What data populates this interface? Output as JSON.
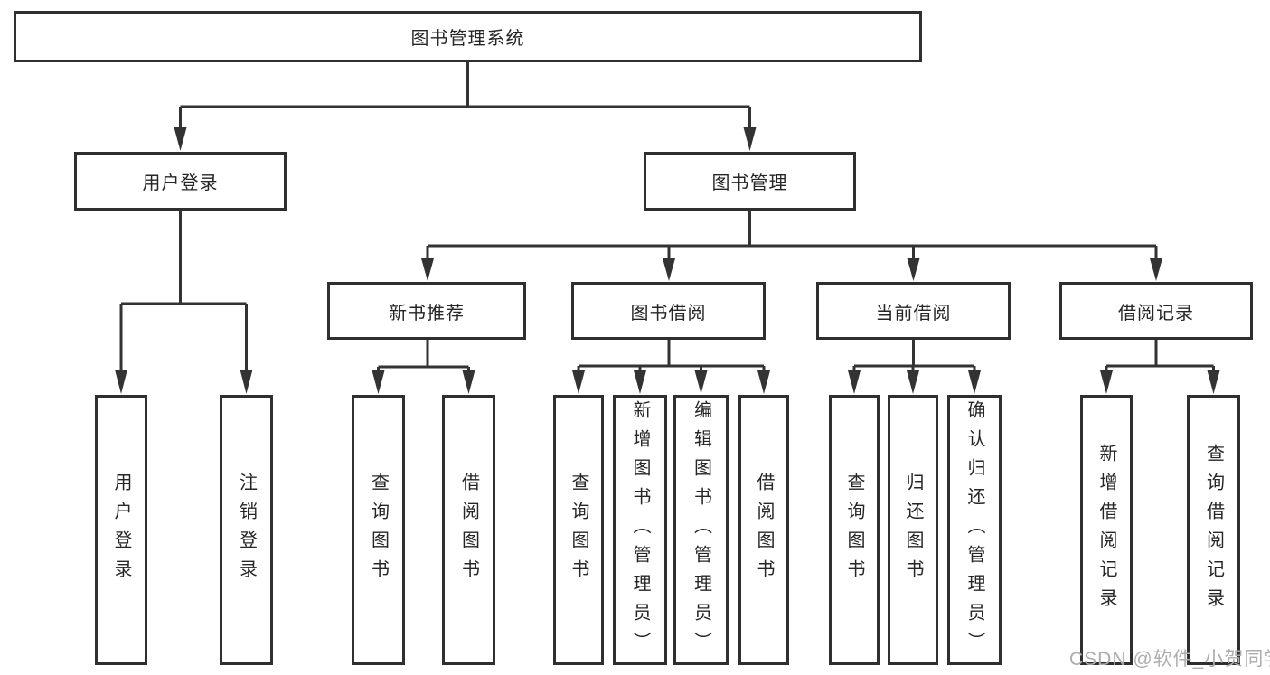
{
  "title": "图书管理系统",
  "watermark": "CSDN @软件_小贺同学",
  "colors": {
    "line": "#333333",
    "box_border": "#2f2f2f",
    "box_background": "#ffffff",
    "text": "#262626",
    "watermark_text": "#adadad"
  },
  "tree": {
    "root": "图书管理系统",
    "branches": [
      {
        "label": "用户登录",
        "children": [
          "用户登录",
          "注销登录"
        ]
      },
      {
        "label": "图书管理",
        "groups": [
          {
            "label": "新书推荐",
            "children": [
              "查询图书",
              "借阅图书"
            ]
          },
          {
            "label": "图书借阅",
            "children": [
              "查询图书",
              "新增图书（管理员）",
              "编辑图书（管理员）",
              "借阅图书"
            ]
          },
          {
            "label": "当前借阅",
            "children": [
              "查询图书",
              "归还图书",
              "确认归还（管理员）"
            ]
          },
          {
            "label": "借阅记录",
            "children": [
              "新增借阅记录",
              "查询借阅记录"
            ]
          }
        ]
      }
    ]
  }
}
